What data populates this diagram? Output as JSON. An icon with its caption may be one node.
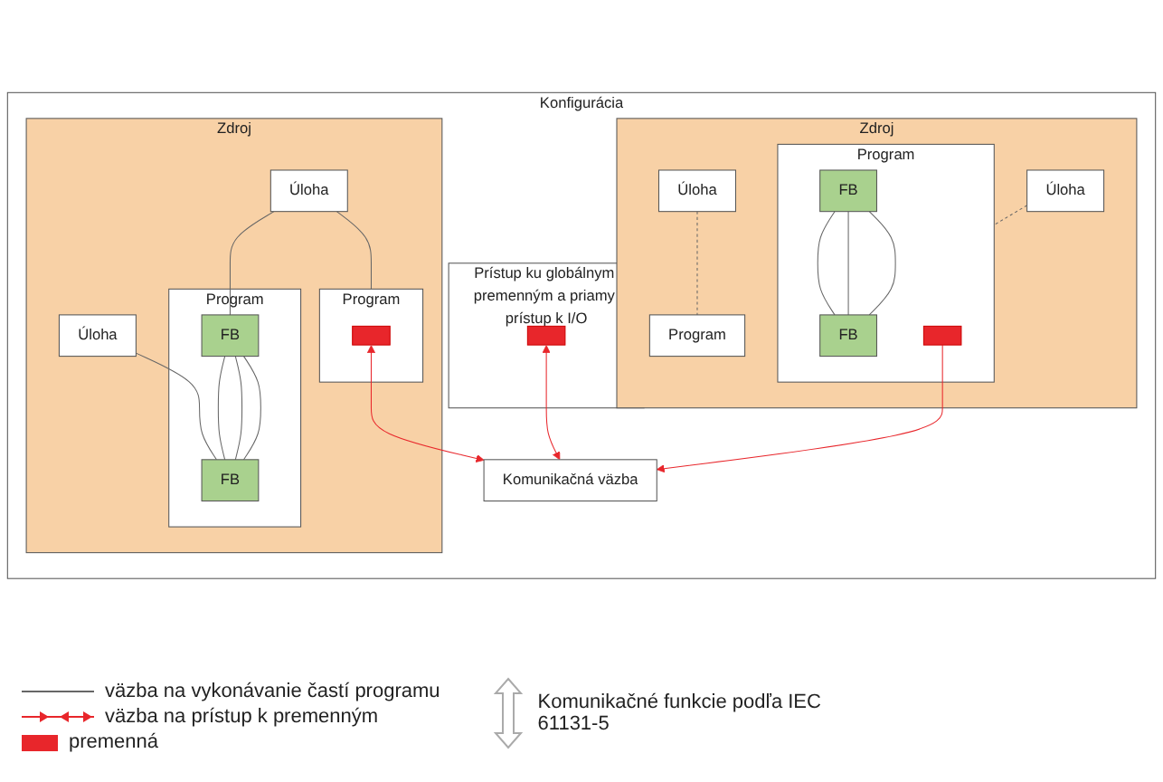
{
  "diagram": {
    "nodes": [
      {
        "text": [
          "Konfigurácia"
        ]
      },
      {
        "text": [
          "Zdroj"
        ],
        "in": 0
      },
      {
        "text": [
          "Úloha"
        ],
        "in": 1
      },
      {
        "text": [
          "Úloha"
        ],
        "in": 1
      },
      {
        "text": [
          "Program"
        ],
        "in": 1
      },
      {
        "text": [],
        "shape": "box",
        "in": 4
      },
      {
        "text": [
          "Program"
        ],
        "in": 1
      },
      {
        "text": [
          "FB"
        ],
        "in": 6
      },
      {
        "text": [
          "FB"
        ],
        "in": 6
      },
      {
        "text": [
          "Zdroj"
        ],
        "in": 0
      },
      {
        "text": [
          "Úloha"
        ],
        "in": 9
      },
      {
        "text": [
          "Úloha"
        ],
        "in": 9
      },
      {
        "text": [
          "Program"
        ],
        "in": 9
      },
      {
        "text": [
          "Program"
        ],
        "in": 9
      },
      {
        "text": [],
        "shape": "box",
        "in": 13
      },
      {
        "text": [
          "FB"
        ],
        "in": 13
      },
      {
        "text": [
          "FB"
        ],
        "in": 13
      },
      {
        "text": [
          "Prístup ku globálnym premenným a priamy prístup k I/O"
        ],
        "in": 0
      },
      {
        "text": [],
        "shape": "box",
        "in": 17
      },
      {
        "text": [
          "Komunikačná väzba"
        ],
        "in": 0
      }
    ],
    "edges": [
      {
        "from": 2,
        "to": 4,
        "arrow": "none"
      },
      {
        "from": 2,
        "to": 7,
        "arrow": "none"
      },
      {
        "from": 3,
        "to": 8,
        "arrow": "none"
      },
      {
        "from": 7,
        "to": 8,
        "arrow": "none"
      },
      {
        "from": 7,
        "to": 8,
        "arrow": "none"
      },
      {
        "from": 7,
        "to": 8,
        "arrow": "none"
      },
      {
        "from": 10,
        "to": 12,
        "arrow": "none",
        "style": "dashed"
      },
      {
        "from": 11,
        "to": 13,
        "arrow": "none",
        "style": "dashed"
      },
      {
        "from": 15,
        "to": 16,
        "arrow": "none"
      },
      {
        "from": 15,
        "to": 16,
        "arrow": "none"
      },
      {
        "from": 15,
        "to": 16,
        "arrow": "none"
      },
      {
        "from": 5,
        "to": 19,
        "arrow": "both",
        "color": "#e8262b"
      },
      {
        "from": 18,
        "to": 19,
        "arrow": "both",
        "color": "#e8262b"
      },
      {
        "from": 14,
        "to": 19,
        "arrow": "to",
        "color": "#e8262b"
      }
    ],
    "labels": [
      "Komunikačné funkcie podľa IEC 61131-5"
    ],
    "legend": [
      {
        "text": "väzba na vykonávanie častí programu"
      },
      {
        "text": "väzba na prístup k premenným"
      },
      {
        "text": "premenná",
        "color": "#e8262b"
      }
    ]
  }
}
